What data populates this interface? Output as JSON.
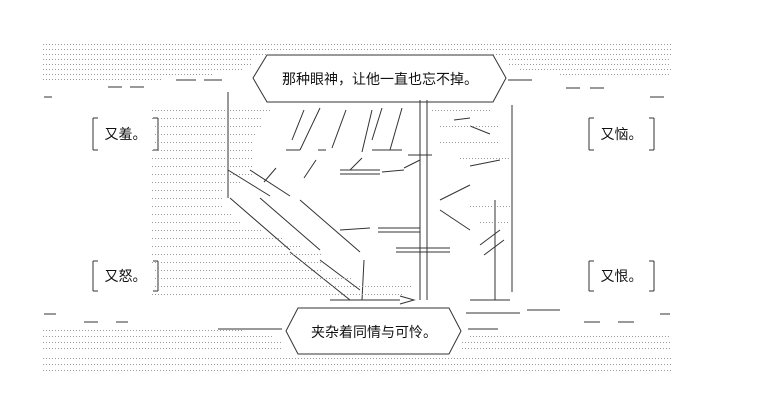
{
  "captions": {
    "top": "那种眼神，让他一直也忘不掉。",
    "bottom": "夹杂着同情与可怜。"
  },
  "side_labels": {
    "top_left": "又羞。",
    "top_right": "又恼。",
    "bottom_left": "又怒。",
    "bottom_right": "又恨。"
  }
}
